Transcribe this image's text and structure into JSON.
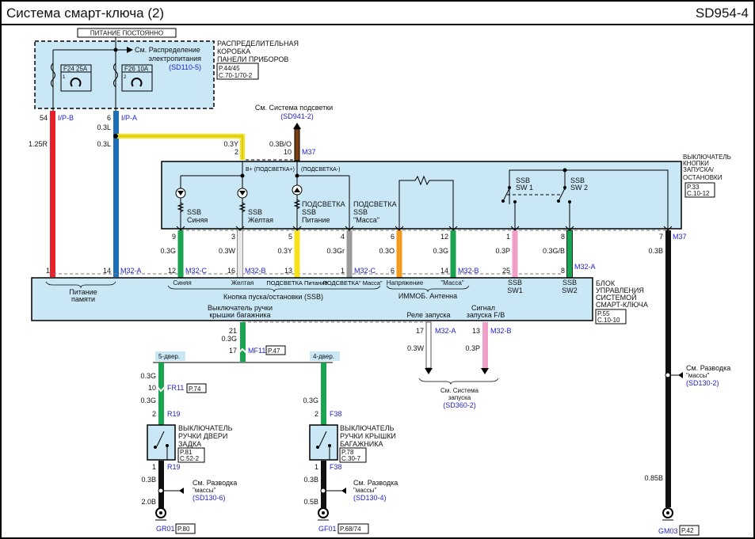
{
  "header": {
    "title": "Система смарт-ключа (2)",
    "code": "SD954-4"
  },
  "fuse_box": {
    "supply_label": "ПИТАНИЕ ПОСТОЯННО",
    "name_lines": [
      "РАСПРЕДЕЛИТЕЛЬНАЯ",
      "КОРОБКА",
      "ПАНЕЛИ ПРИБОРОВ"
    ],
    "ref_lines": [
      "P.44/45",
      "C.70-1/70-2"
    ],
    "see_lines": [
      "См. Распределение",
      "электропитания"
    ],
    "see_ref": "(SD110-5)",
    "fuses": [
      {
        "label": "F24 25A",
        "num": "1"
      },
      {
        "label": "F26 10A",
        "num": "2"
      }
    ],
    "pins": [
      {
        "pin": "54",
        "conn": "I/P-B",
        "wire": "1.25R"
      },
      {
        "pin": "6",
        "conn": "I/P-A",
        "wire_top": "0.3L",
        "wire": "0.3L"
      }
    ]
  },
  "illumination": {
    "see_line": "См. Система подсветки",
    "see_ref": "(SD941-2)",
    "wire_y": "0.3Y",
    "pin_y": "2",
    "wire_bo": "0.3B/O",
    "pin_bo": "10",
    "conn": "M37"
  },
  "ssb_switch": {
    "name_lines": [
      "ВЫКЛЮЧАТЕЛЬ",
      "КНОПКИ",
      "ЗАПУСКА/",
      "ОСТАНОВКИ"
    ],
    "ref_lines": [
      "P.33",
      "C.10-12"
    ],
    "bplus_label": "B+ (ПОДСВЕТКА+)",
    "minus_label": "(ПОДСВЕТКА-)",
    "leds": [
      {
        "lines": [
          "SSB",
          "Синяя"
        ]
      },
      {
        "lines": [
          "SSB",
          "Желтая"
        ]
      },
      {
        "lines": [
          "ПОДСВЕТКА",
          "SSB",
          "Питание"
        ]
      }
    ],
    "ground_label": [
      "ПОДСВЕТКА",
      "SSB",
      "\"Масса\""
    ],
    "sw1": [
      "SSB",
      "SW 1"
    ],
    "sw2": [
      "SSB",
      "SW 2"
    ]
  },
  "wires": [
    {
      "top_pin": "9",
      "wire": "0.3G",
      "bot_pin": "12",
      "conn": "M32-C",
      "color": "#1aa350"
    },
    {
      "top_pin": "3",
      "wire": "0.3W",
      "bot_pin": "16",
      "conn": "M32-B",
      "color": "#e8e8e8"
    },
    {
      "top_pin": "5",
      "wire": "0.3Y",
      "bot_pin": "13",
      "conn": "",
      "color": "#f5e21a"
    },
    {
      "top_pin": "4",
      "wire": "0.3Gr",
      "bot_pin": "1",
      "conn": "M32-C",
      "color": "#9a9a9a"
    },
    {
      "top_pin": "6",
      "wire": "0.3O",
      "bot_pin": "6",
      "conn": "",
      "color": "#f39a1e"
    },
    {
      "top_pin": "12",
      "wire": "0.3G",
      "bot_pin": "14",
      "conn": "M32-B",
      "color": "#1aa350"
    },
    {
      "top_pin": "1",
      "wire": "0.3P",
      "bot_pin": "25",
      "conn": "",
      "color": "#f0a0c8"
    },
    {
      "top_pin": "8",
      "wire": "0.3G/B",
      "bot_pin": "8",
      "conn": "M32-A",
      "color": "#1aa350"
    },
    {
      "top_pin": "7",
      "wire": "0.3B",
      "conn": "M37",
      "color": "#111111"
    }
  ],
  "smart_key_unit": {
    "name_lines": [
      "БЛОК",
      "УПРАВЛЕНИЯ",
      "СИСТЕМОЙ",
      "СМАРТ-КЛЮЧА"
    ],
    "ref_lines": [
      "P.55",
      "C.10-10"
    ],
    "power_pins": [
      {
        "pin": "1"
      },
      {
        "pin": "14",
        "conn": "M32-A"
      }
    ],
    "labels": {
      "memory_power": [
        "Питание",
        "памяти"
      ],
      "blue": "Синяя",
      "yellow": "Желтая",
      "illum_power": "ПОДСВЕТКА Питание",
      "illum_ground": "ПОДСВЕТКА\" Масса\"",
      "ssb_group": "Кнопка  пуска/остановки (SSB)",
      "voltage": "Напряжение",
      "ground": "\"Масса\"",
      "immo": "ИММОБ. Антенна",
      "ssb_sw1": [
        "SSB",
        "SW1"
      ],
      "ssb_sw2": [
        "SSB",
        "SW2"
      ],
      "trunk_switch": [
        "Выключатель ручки",
        "крышки багажника"
      ],
      "start_relay": "Реле запуска",
      "start_signal": [
        "Сигнал",
        "запуска F/B"
      ]
    }
  },
  "outputs": {
    "trunk": {
      "pin": "21",
      "wire": "0.3G",
      "pin2": "17",
      "conn": "MF11",
      "ref": "P.47"
    },
    "relay": {
      "pin": "17",
      "conn": "M32-A",
      "wire": "0.3W"
    },
    "signal": {
      "pin": "13",
      "conn": "M32-B",
      "wire": "0.3P"
    },
    "start_see": [
      "См. Система",
      "запуска"
    ],
    "start_ref": "(SD360-2)"
  },
  "door5": {
    "tag": "5-двер.",
    "wire1": "0.3G",
    "pin_fr": "10",
    "conn_fr": "FR11",
    "ref_fr": "P.74",
    "wire2": "0.3G",
    "pin_in": "2",
    "conn": "R19",
    "name_lines": [
      "ВЫКЛЮЧАТЕЛЬ",
      "РУЧКИ ДВЕРИ",
      "ЗАДКА"
    ],
    "ref_lines": [
      "P.81",
      "C.52-2"
    ],
    "pin_out": "1",
    "wire_out": "0.3B",
    "wire_gnd": "2.0B",
    "see_lines": [
      "См. Разводка",
      "\"массы\""
    ],
    "see_ref": "(SD130-6)",
    "ground": "GR01",
    "ground_ref": "P.80"
  },
  "door4": {
    "tag": "4-двер.",
    "wire1": "0.3G",
    "pin_in": "2",
    "conn": "F38",
    "name_lines": [
      "ВЫКЛЮЧАТЕЛЬ",
      "РУЧКИ КРЫШКИ",
      "БАГАЖНИКА"
    ],
    "ref_lines": [
      "P.78",
      "C.30-7"
    ],
    "pin_out": "1",
    "wire_out": "0.3B",
    "wire_gnd": "0.5B",
    "see_lines": [
      "См. Разводка",
      "\"массы\""
    ],
    "see_ref": "(SD130-4)",
    "ground": "GF01",
    "ground_ref": "P.68/74"
  },
  "main_ground": {
    "see_lines": [
      "См. Разводка",
      "\"массы\""
    ],
    "see_ref": "(SD130-2)",
    "wire": "0.85B",
    "ground": "GM03",
    "ground_ref": "P.42"
  }
}
